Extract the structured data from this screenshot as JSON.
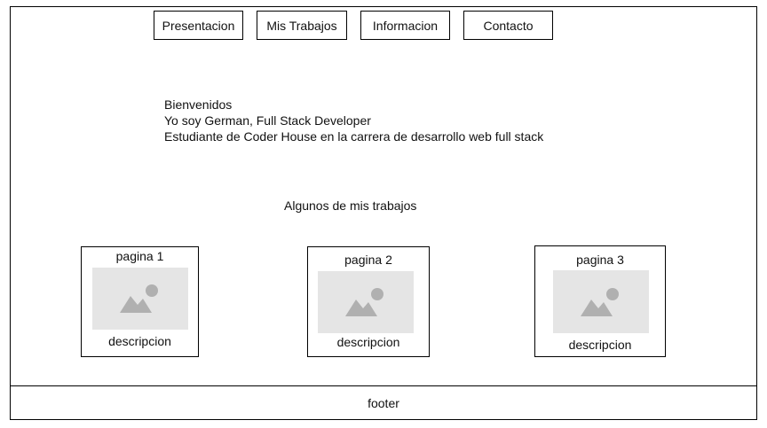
{
  "nav": {
    "items": [
      {
        "label": "Presentacion"
      },
      {
        "label": "Mis Trabajos"
      },
      {
        "label": "Informacion"
      },
      {
        "label": "Contacto"
      }
    ]
  },
  "intro": {
    "line1": "Bienvenidos",
    "line2": "Yo soy German, Full Stack Developer",
    "line3": "Estudiante de Coder House en la carrera de desarrollo web full stack"
  },
  "works": {
    "title": "Algunos de mis trabajos",
    "cards": [
      {
        "title": "pagina 1",
        "description": "descripcion",
        "image_icon": "image-placeholder-icon"
      },
      {
        "title": "pagina 2",
        "description": "descripcion",
        "image_icon": "image-placeholder-icon"
      },
      {
        "title": "pagina 3",
        "description": "descripcion",
        "image_icon": "image-placeholder-icon"
      }
    ]
  },
  "footer": {
    "label": "footer"
  }
}
